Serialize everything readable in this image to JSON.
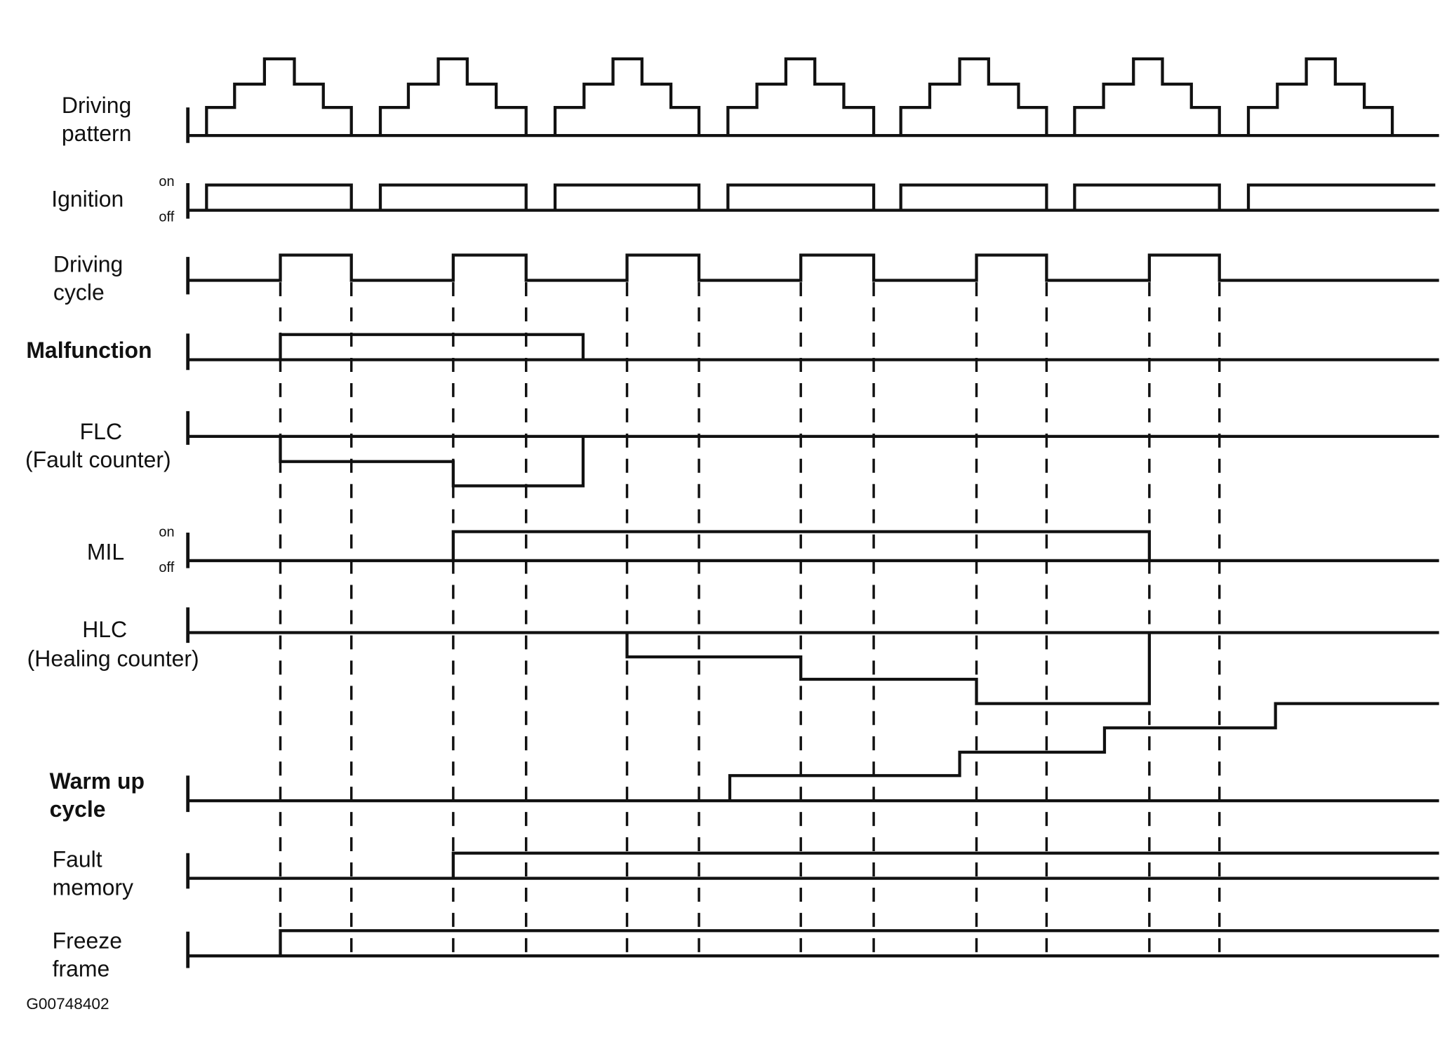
{
  "colors": {
    "ink": "#111111",
    "paper": "#ffffff"
  },
  "diagram": {
    "rows": {
      "driving_pattern": {
        "label": [
          "Driving",
          "pattern"
        ]
      },
      "ignition": {
        "label": [
          "Ignition"
        ],
        "on": "on",
        "off": "off"
      },
      "driving_cycle": {
        "label": [
          "Driving",
          "cycle"
        ]
      },
      "malfunction": {
        "label": [
          "Malfunction"
        ]
      },
      "flc": {
        "label": [
          "FLC",
          "(Fault counter)"
        ]
      },
      "mil": {
        "label": [
          "MIL"
        ],
        "on": "on",
        "off": "off"
      },
      "hlc": {
        "label": [
          "HLC",
          "(Healing counter)"
        ]
      },
      "warm_up_cycle": {
        "label": [
          "Warm up",
          "cycle"
        ]
      },
      "fault_memory": {
        "label": [
          "Fault",
          "memory"
        ]
      },
      "freeze_frame": {
        "label": [
          "Freeze",
          "frame"
        ]
      }
    },
    "figure_code": "G00748402"
  }
}
